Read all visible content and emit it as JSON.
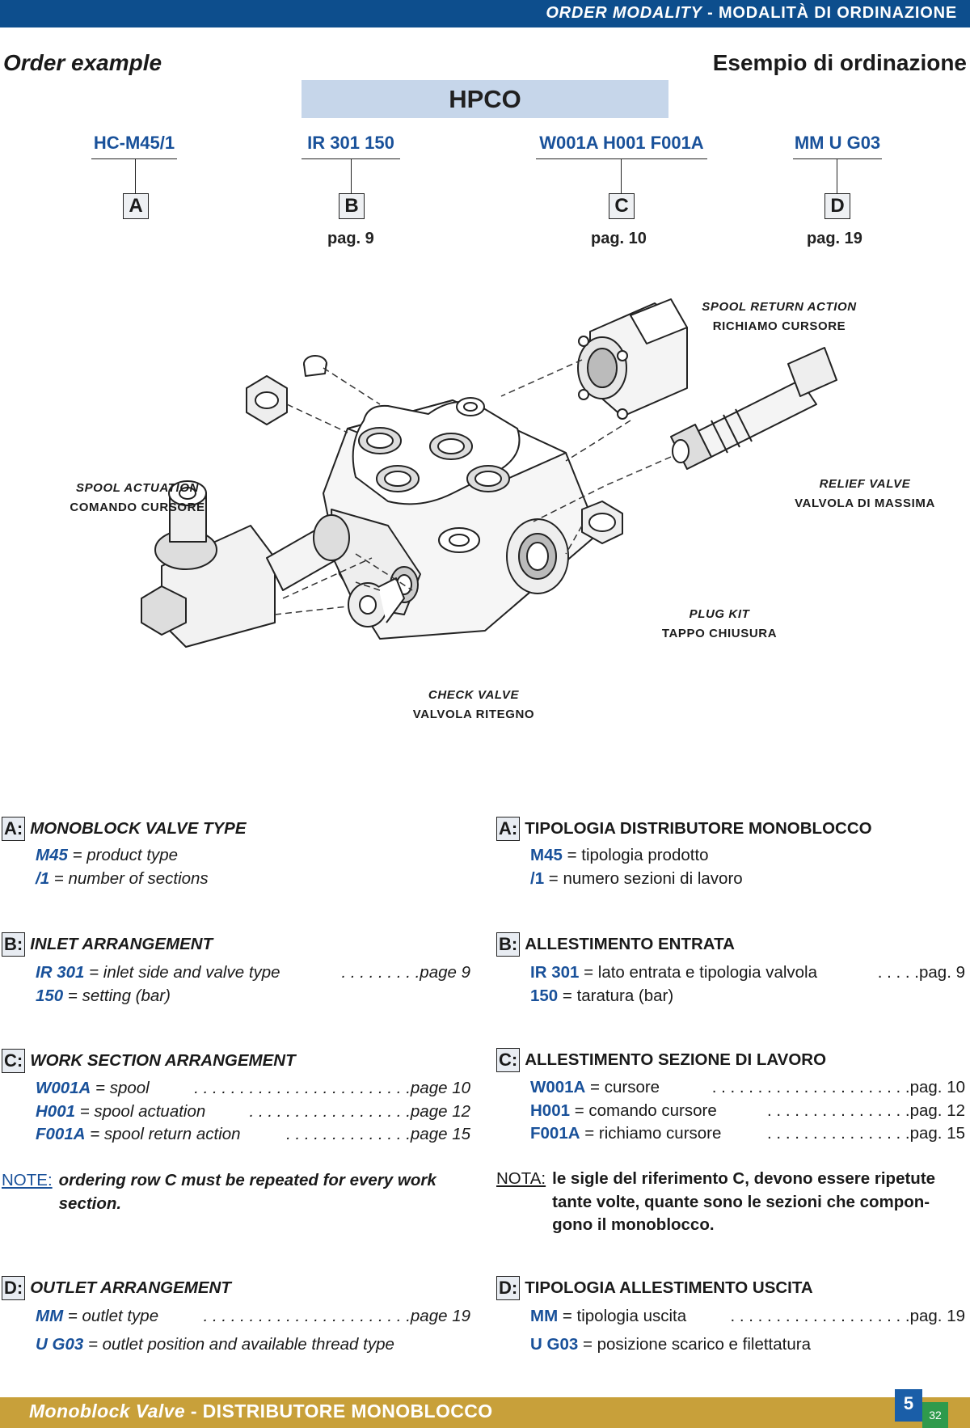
{
  "header": {
    "part1": "ORDER MODALITY",
    "sep": " - ",
    "part2": "MODALITÀ DI ORDINAZIONE"
  },
  "title_en": "Order example",
  "title_it": "Esempio di ordinazione",
  "model": "HPCO",
  "codes": [
    {
      "code": "HC-M45/1",
      "key": "A",
      "page": ""
    },
    {
      "code": "IR 301 150",
      "key": "B",
      "page": "pag. 9"
    },
    {
      "code": "W001A H001 F001A",
      "key": "C",
      "page": "pag. 10"
    },
    {
      "code": "MM U G03",
      "key": "D",
      "page": "pag. 19"
    }
  ],
  "diagram_labels": {
    "spool_return": {
      "en": "SPOOL RETURN ACTION",
      "it": "RICHIAMO CURSORE"
    },
    "spool_actuation": {
      "en": "SPOOL ACTUATION",
      "it": "COMANDO CURSORE"
    },
    "relief_valve": {
      "en": "RELIEF VALVE",
      "it": "VALVOLA DI MASSIMA"
    },
    "plug_kit": {
      "en": "PLUG KIT",
      "it": "TAPPO CHIUSURA"
    },
    "check_valve": {
      "en": "CHECK VALVE",
      "it": "VALVOLA RITEGNO"
    }
  },
  "sections_en": {
    "A": {
      "key": "A:",
      "title": "MONOBLOCK VALVE TYPE",
      "rows": [
        {
          "code": "M45",
          "text": " = product type",
          "ref": ""
        },
        {
          "code": "/1",
          "text": " = number of sections",
          "ref": ""
        }
      ]
    },
    "B": {
      "key": "B:",
      "title": "INLET ARRANGEMENT",
      "rows": [
        {
          "code": "IR 301",
          "text": " = inlet side and valve type",
          "ref": ". . . . . . . . .page  9"
        },
        {
          "code": "150",
          "text": " = setting (bar)",
          "ref": ""
        }
      ]
    },
    "C": {
      "key": "C:",
      "title": "WORK SECTION ARRANGEMENT",
      "rows": [
        {
          "code": "W001A",
          "text": " = spool",
          "ref": ". . . . . . . . . . . . . . . . . . . . . . . .page 10"
        },
        {
          "code": "H001",
          "text": " = spool actuation",
          "ref": ". . . . . . . . . . . . . . . . . .page 12"
        },
        {
          "code": "F001A",
          "text": " = spool return action",
          "ref": ". . . . . . . . . . . . . .page 15"
        }
      ]
    },
    "note": {
      "key": "NOTE:",
      "text": "ordering row C must be repeated for every work section."
    },
    "D": {
      "key": "D:",
      "title": "OUTLET ARRANGEMENT",
      "rows": [
        {
          "code": "MM",
          "text": " = outlet type",
          "ref": ". . . . . . . . . . . . . . . . . . . . . . .page 19"
        },
        {
          "code": "U G03",
          "text": " = outlet position and available thread type",
          "ref": ""
        }
      ]
    }
  },
  "sections_it": {
    "A": {
      "key": "A:",
      "title": "TIPOLOGIA DISTRIBUTORE MONOBLOCCO",
      "rows": [
        {
          "code": "M45",
          "text": " = tipologia prodotto",
          "ref": ""
        },
        {
          "code": "/1",
          "text": " = numero sezioni di lavoro",
          "ref": ""
        }
      ]
    },
    "B": {
      "key": "B:",
      "title": "ALLESTIMENTO ENTRATA",
      "rows": [
        {
          "code": "IR 301",
          "text": " = lato entrata e tipologia valvola",
          "ref": ". . . . .pag.  9"
        },
        {
          "code": "150",
          "text": " = taratura (bar)",
          "ref": ""
        }
      ]
    },
    "C": {
      "key": "C:",
      "title": "ALLESTIMENTO SEZIONE DI LAVORO",
      "rows": [
        {
          "code": "W001A",
          "text": " = cursore",
          "ref": ". . . . . . . . . . . . . . . . . . . . . .pag. 10"
        },
        {
          "code": "H001",
          "text": " = comando cursore",
          "ref": ". . . . . . . . . . . . . . . .pag. 12"
        },
        {
          "code": "F001A",
          "text": " = richiamo cursore",
          "ref": ". . . . . . . . . . . . . . . .pag. 15"
        }
      ]
    },
    "note": {
      "key": "NOTA:",
      "text": "le sigle del riferimento C, devono essere ripetute tante volte, quante sono le sezioni che compon-gono il monoblocco."
    },
    "D": {
      "key": "D:",
      "title": "TIPOLOGIA ALLESTIMENTO USCITA",
      "rows": [
        {
          "code": "MM",
          "text": " = tipologia uscita",
          "ref": ". . . . . . . . . . . . . . . . . . . .pag. 19"
        },
        {
          "code": "U G03",
          "text": " = posizione scarico e filettatura",
          "ref": ""
        }
      ]
    }
  },
  "footer": {
    "part1": "Monoblock Valve",
    "sep": " - ",
    "part2": "DISTRIBUTORE MONOBLOCCO",
    "page_big": "5",
    "page_small": "32"
  }
}
